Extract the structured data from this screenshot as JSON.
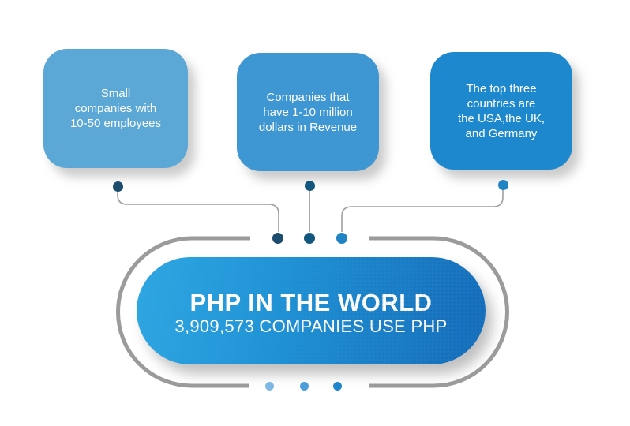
{
  "page": {
    "background": "#FFFFFF"
  },
  "boxes": [
    {
      "text": "Small\ncompanies with\n10-50 employees",
      "color": "#5BA7D6"
    },
    {
      "text": "Companies that\nhave 1-10 million\ndollars in Revenue",
      "color": "#3E96D2"
    },
    {
      "text": "The top three\ncountries are\nthe USA,the UK,\nand Germany",
      "color": "#1E88CE"
    }
  ],
  "center": {
    "title": "PHP IN THE WORLD",
    "subtitle": "3,909,573 COMPANIES USE PHP",
    "pill_gradient": "linear-gradient(100deg, #2FA7E2 0%, #2193D6 40%, #176FBC 100%)",
    "text_color": "#FFFFFF"
  },
  "connectors": {
    "line_color": "#9E9E9E",
    "outline_color": "#9B9B9B",
    "top_dots": [
      "#1D4D6E",
      "#12577D",
      "#1F83C4"
    ],
    "anchor_dots": [
      "#1D4D6E",
      "#12577D",
      "#1F83C4"
    ],
    "bottom_dots": [
      "#7FB9E3",
      "#4D9FD9",
      "#1F86CB"
    ]
  }
}
